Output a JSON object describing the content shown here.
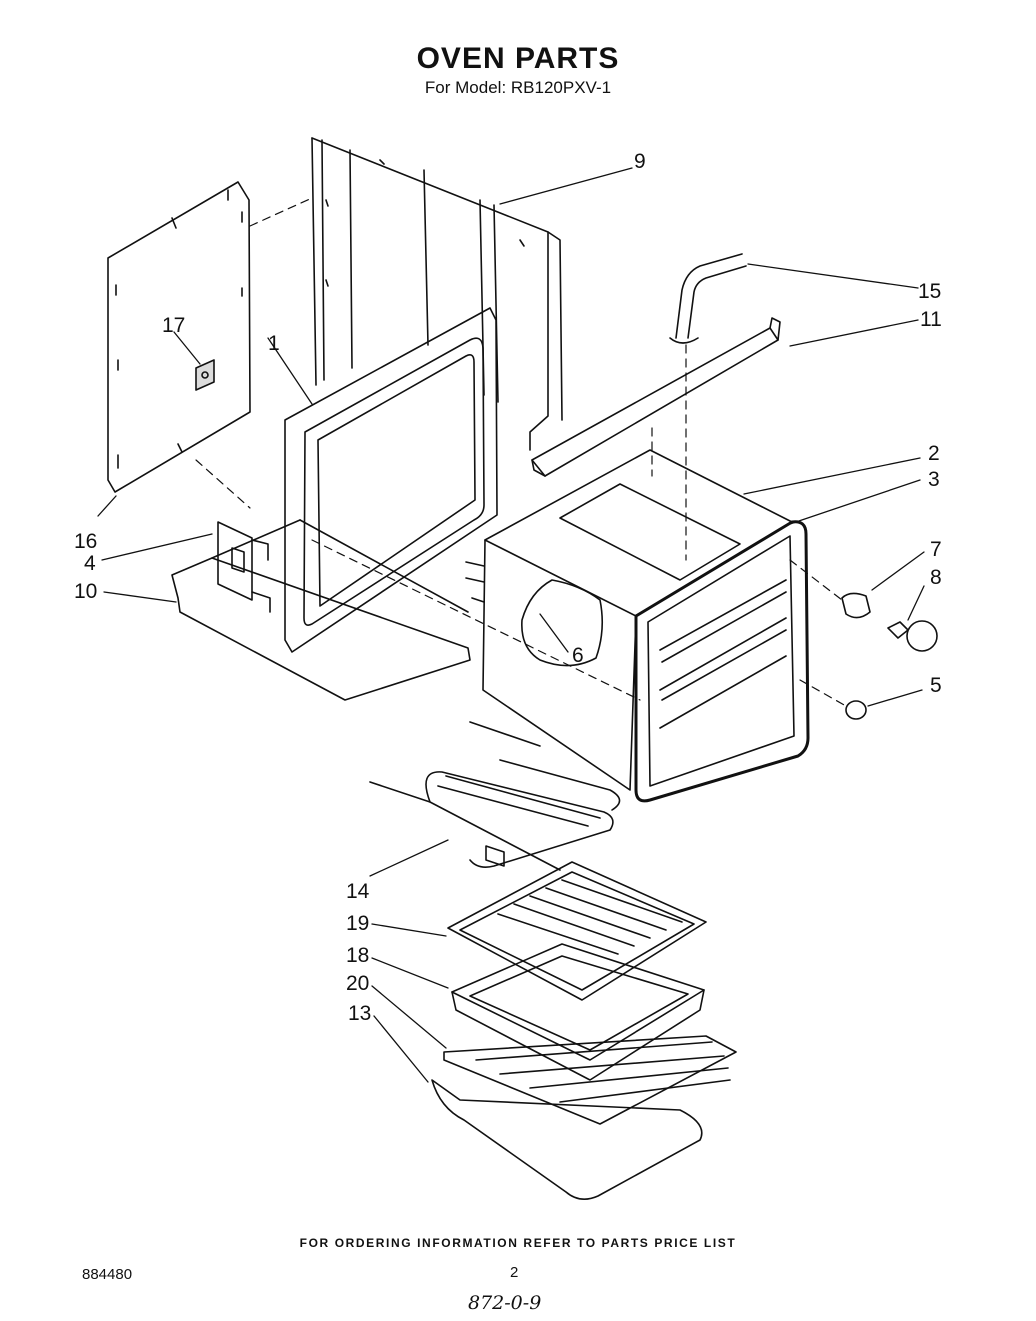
{
  "header": {
    "title": "OVEN PARTS",
    "subtitle": "For Model: RB120PXV-1"
  },
  "callouts": {
    "c1": "1",
    "c2": "2",
    "c3": "3",
    "c4": "4",
    "c5": "5",
    "c6": "6",
    "c7": "7",
    "c8": "8",
    "c9": "9",
    "c10": "10",
    "c11": "11",
    "c13": "13",
    "c14": "14",
    "c15": "15",
    "c16": "16",
    "c17": "17",
    "c18": "18",
    "c19": "19",
    "c20": "20"
  },
  "footer": {
    "ordering_note": "FOR ORDERING INFORMATION REFER TO PARTS PRICE LIST",
    "document_number": "884480",
    "page_number": "2",
    "handwritten_note": "872-0-9"
  }
}
